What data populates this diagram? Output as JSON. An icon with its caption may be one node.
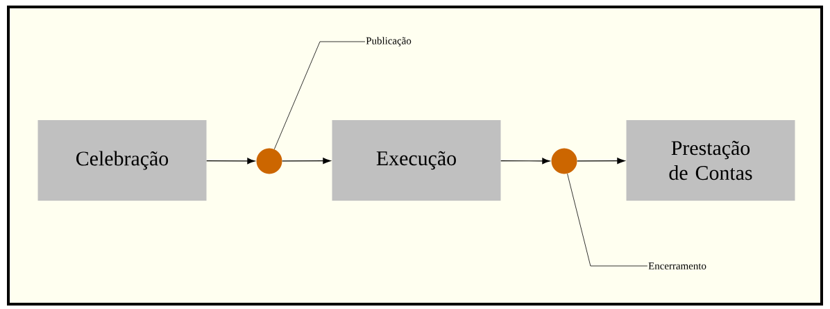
{
  "diagram": {
    "nodes": [
      {
        "text": [
          "Celebração"
        ]
      },
      {
        "text": [],
        "shape": "circle"
      },
      {
        "text": [
          "Execução"
        ]
      },
      {
        "text": [],
        "shape": "circle"
      },
      {
        "text": [
          "Prestação de Contas"
        ]
      },
      {
        "text": [
          "Publicação"
        ]
      },
      {
        "text": [
          "Encerramento"
        ]
      }
    ],
    "edges": [
      {
        "from": 0,
        "to": 1,
        "arrow": "to"
      },
      {
        "from": 1,
        "to": 2,
        "arrow": "to"
      },
      {
        "from": 2,
        "to": 3,
        "arrow": "to"
      },
      {
        "from": 3,
        "to": 4,
        "arrow": "to"
      },
      {
        "from": 5,
        "to": 1,
        "arrow": "none"
      },
      {
        "from": 6,
        "to": 3,
        "arrow": "none"
      }
    ]
  }
}
